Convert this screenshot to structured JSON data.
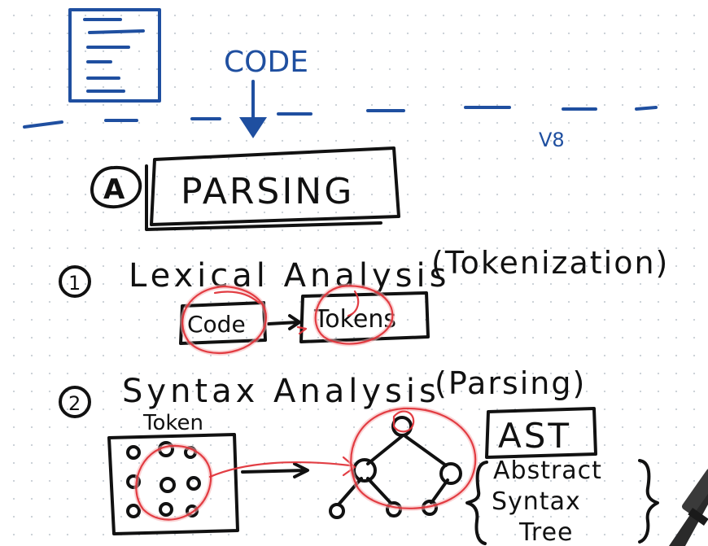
{
  "colors": {
    "ink": "#111111",
    "blue_ink": "#1f4fa0",
    "highlight": "#e0343a",
    "background": "#ffffff"
  },
  "header": {
    "code_label": "CODE",
    "engine_label": "V8"
  },
  "section": {
    "marker": "A",
    "title": "PARSING"
  },
  "step1": {
    "number": "1",
    "title": "Lexical Analysis",
    "paren": "(Tokenization)",
    "from_box": "Code",
    "to_box": "Tokens"
  },
  "step2": {
    "number": "2",
    "title": "Syntax Analysis",
    "paren": "(Parsing)",
    "token_label": "Token",
    "ast_box": "AST",
    "ast_line1": "Abstract",
    "ast_line2": "Syntax",
    "ast_line3": "Tree"
  },
  "icons": [
    "document-icon",
    "arrow-down-icon",
    "arrow-right-icon",
    "tree-icon",
    "microphone-icon"
  ]
}
